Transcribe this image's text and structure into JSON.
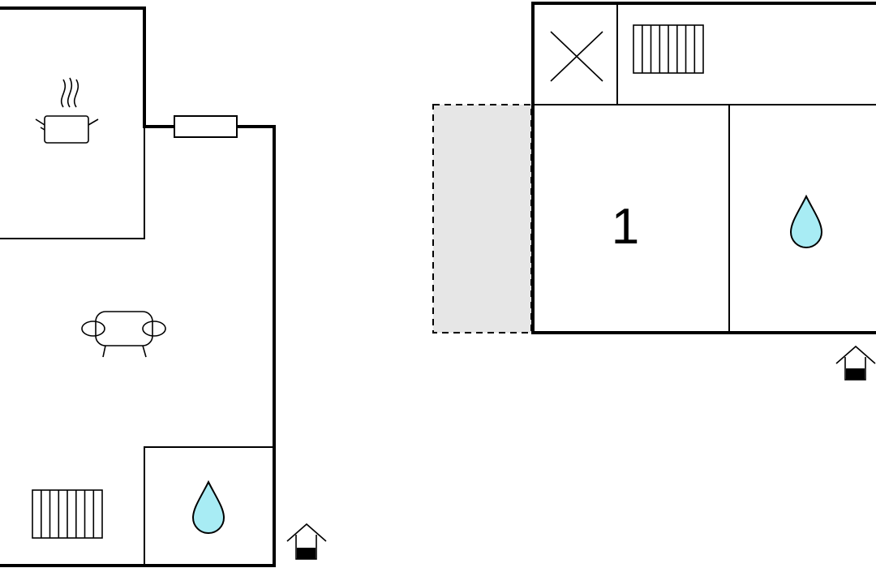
{
  "floors": [
    {
      "id": "ground-floor",
      "rooms": [
        {
          "name": "kitchen",
          "icon": "cooking-pot-icon"
        },
        {
          "name": "living-room",
          "icon": "sofa-icon"
        },
        {
          "name": "bathroom",
          "icon": "water-drop-icon"
        }
      ],
      "symbols": [
        "radiator-icon",
        "window-icon",
        "entrance-icon"
      ]
    },
    {
      "id": "upper-floor",
      "rooms": [
        {
          "name": "bedroom",
          "label": "1"
        },
        {
          "name": "bathroom",
          "icon": "water-drop-icon"
        },
        {
          "name": "void",
          "icon": "cross-icon"
        }
      ],
      "symbols": [
        "radiator-icon",
        "terrace-area",
        "entrance-icon"
      ]
    }
  ],
  "colors": {
    "water": "#a8ecf4",
    "terrace": "#e6e6e6",
    "walls": "#000000"
  }
}
